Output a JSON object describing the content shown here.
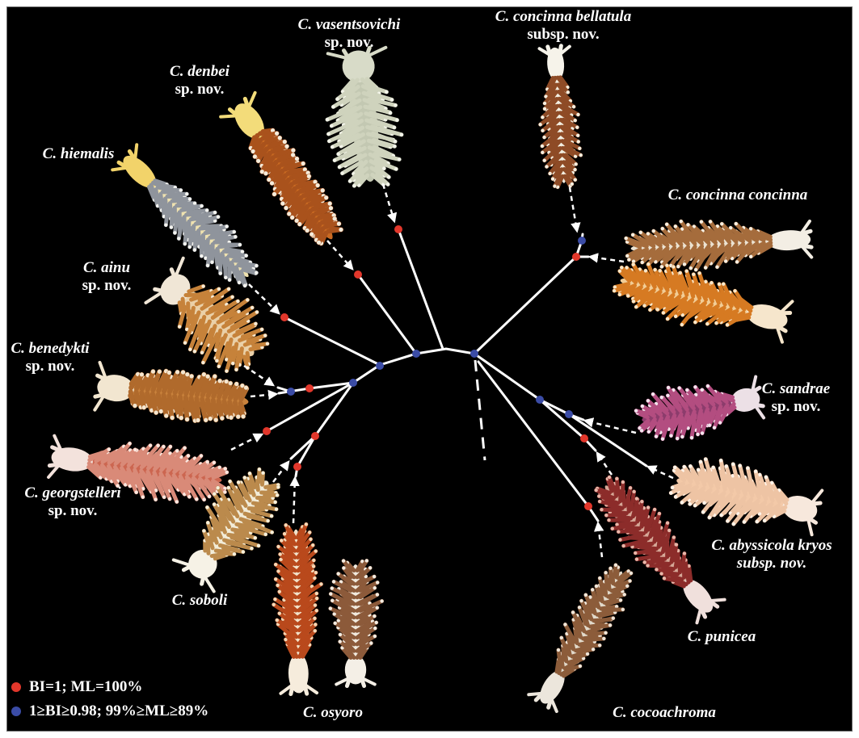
{
  "colors": {
    "background": "#000000",
    "frame": "#ffffff",
    "branch": "#ffffff",
    "label": "#ffffff",
    "strong_support": "#e2372b",
    "moderate_support": "#3b4ca6"
  },
  "taxa": {
    "vasentsovichi": {
      "name": "C. vasentsovichi",
      "status": "sp. nov."
    },
    "concinna_bellatula": {
      "name": "C. concinna bellatula",
      "status": "subsp. nov."
    },
    "denbei": {
      "name": "C. denbei",
      "status": "sp. nov."
    },
    "hiemalis": {
      "name": "C. hiemalis"
    },
    "concinna_concinna": {
      "name": "C. concinna concinna"
    },
    "ainu": {
      "name": "C. ainu",
      "status": "sp. nov."
    },
    "benedykti": {
      "name": "C. benedykti",
      "status": "sp. nov."
    },
    "sandrae": {
      "name": "C. sandrae",
      "status": "sp. nov."
    },
    "georgstelleri": {
      "name": "C. georgstelleri",
      "status": "sp. nov."
    },
    "abyssicola_kryos": {
      "name": "C. abyssicola kryos",
      "status": "subsp. nov."
    },
    "soboli": {
      "name": "C. soboli"
    },
    "punicea": {
      "name": "C. punicea"
    },
    "osyoro": {
      "name": "C. osyoro"
    },
    "cocoachroma": {
      "name": "C. cocoachroma"
    }
  },
  "legend": {
    "strong": "BI=1; ML=100%",
    "moderate": "1≥BI≥0.98; 99%≥ML≥89%"
  }
}
